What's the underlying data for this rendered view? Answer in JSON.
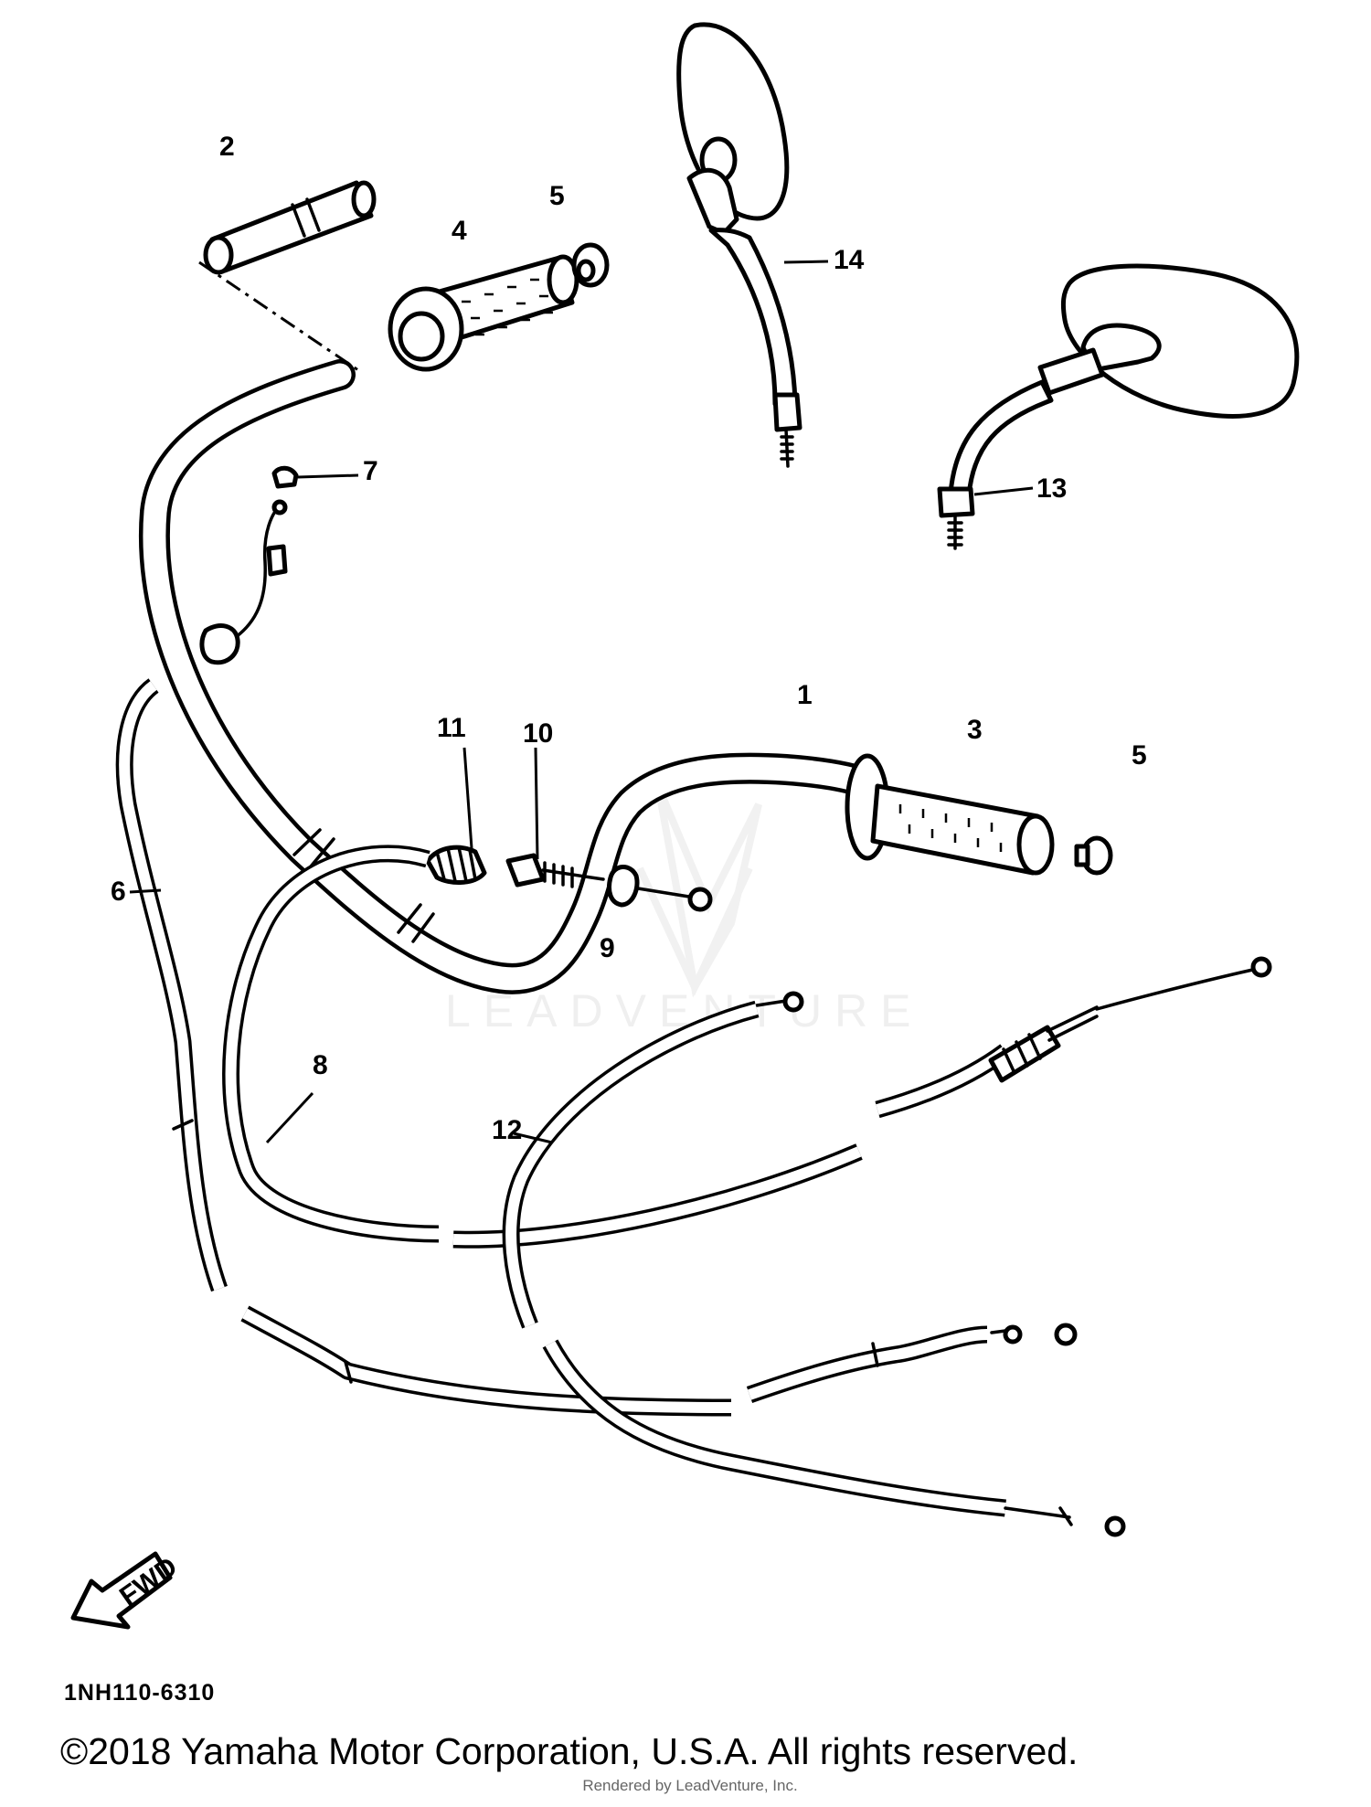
{
  "diagram": {
    "code": "1NH110-6310",
    "copyright": "©2018 Yamaha Motor Corporation, U.S.A. All rights reserved.",
    "renderer_note": "Rendered by LeadVenture, Inc.",
    "watermark": "LEADVENTURE",
    "fwd_label": "FWD",
    "callouts": [
      "1",
      "2",
      "3",
      "4",
      "5",
      "5",
      "6",
      "7",
      "8",
      "9",
      "10",
      "11",
      "12",
      "13",
      "14"
    ]
  }
}
